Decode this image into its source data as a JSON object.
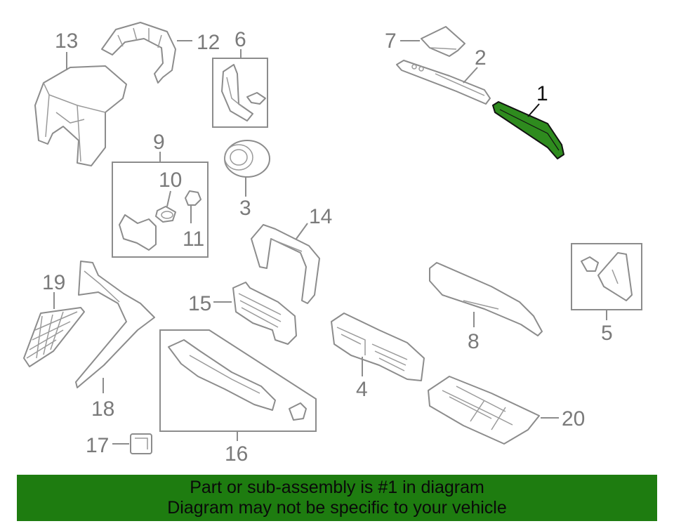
{
  "diagram": {
    "highlighted_part": "1",
    "highlight_color": "#2e8b1e",
    "banner_color": "#1e7c10",
    "callouts": [
      "1",
      "2",
      "3",
      "4",
      "5",
      "6",
      "7",
      "8",
      "9",
      "10",
      "11",
      "12",
      "13",
      "14",
      "15",
      "16",
      "17",
      "18",
      "19",
      "20"
    ]
  },
  "banner": {
    "line1": "Part or sub-assembly is #1 in diagram",
    "line2": "Diagram may not be specific to your vehicle"
  }
}
